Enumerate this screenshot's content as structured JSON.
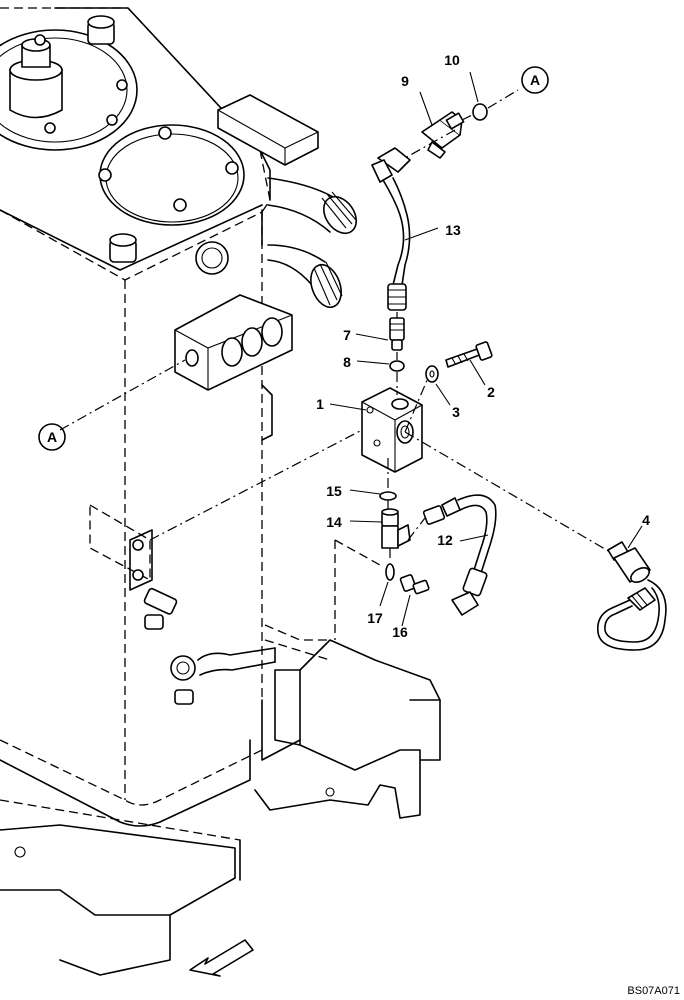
{
  "callouts": [
    {
      "id": "1",
      "label": "1"
    },
    {
      "id": "2",
      "label": "2"
    },
    {
      "id": "3",
      "label": "3"
    },
    {
      "id": "4",
      "label": "4"
    },
    {
      "id": "7",
      "label": "7"
    },
    {
      "id": "8",
      "label": "8"
    },
    {
      "id": "9",
      "label": "9"
    },
    {
      "id": "10",
      "label": "10"
    },
    {
      "id": "12",
      "label": "12"
    },
    {
      "id": "13",
      "label": "13"
    },
    {
      "id": "14",
      "label": "14"
    },
    {
      "id": "15",
      "label": "15"
    },
    {
      "id": "16",
      "label": "16"
    },
    {
      "id": "17",
      "label": "17"
    }
  ],
  "reference_marks": {
    "a_top": "A",
    "a_left": "A"
  },
  "drawing_code": "BS07A071",
  "colors": {
    "line": "#000000",
    "background": "#ffffff"
  }
}
